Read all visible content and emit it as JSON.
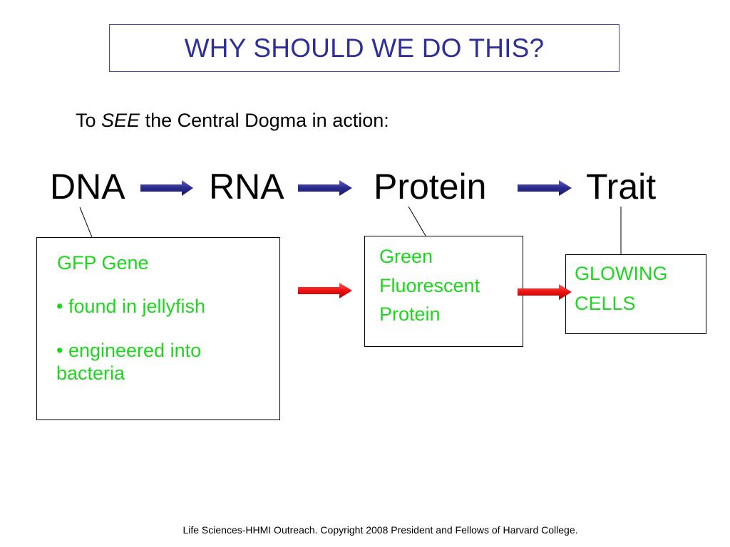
{
  "title": "WHY SHOULD WE DO THIS?",
  "subtitle": {
    "prefix": "To ",
    "emphasis": "SEE",
    "suffix": " the Central Dogma in action:"
  },
  "dogma": {
    "dna": "DNA",
    "rna": "RNA",
    "protein": "Protein",
    "trait": "Trait"
  },
  "gfp_gene_box": {
    "title": "GFP Gene",
    "bullet_1": "• found in jellyfish",
    "bullet_2": "• engineered into bacteria"
  },
  "protein_box": {
    "line_1": "Green",
    "line_2": "Fluorescent",
    "line_3": "Protein"
  },
  "trait_box": {
    "line_1": "GLOWING",
    "line_2": "CELLS"
  },
  "footer": "Life Sciences-HHMI Outreach. Copyright 2008 President and Fellows of Harvard College.",
  "colors": {
    "title": "#2f2f9b",
    "dogma_arrow": "#2a2a8c",
    "example_arrow": "#ee1111",
    "example_text": "#1fd61f"
  }
}
